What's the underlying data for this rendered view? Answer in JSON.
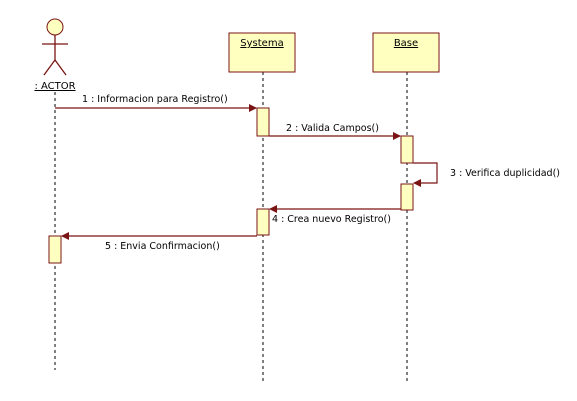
{
  "participants": {
    "actor": {
      "label": ": ACTOR",
      "icon": "stick-figure-icon"
    },
    "systema": {
      "label": "Systema"
    },
    "base": {
      "label": "Base"
    }
  },
  "messages": [
    {
      "label": "1 : Informacion para Registro()",
      "from": "actor",
      "to": "systema"
    },
    {
      "label": "2 : Valida Campos()",
      "from": "systema",
      "to": "base"
    },
    {
      "label": "3 : Verifica duplicidad()",
      "from": "base",
      "to": "base"
    },
    {
      "label": "4 : Crea nuevo Registro()",
      "from": "base",
      "to": "systema"
    },
    {
      "label": "5 : Envia Confirmacion()",
      "from": "systema",
      "to": "actor"
    }
  ],
  "colors": {
    "box_fill": "#ffffc0",
    "line": "#7a1414",
    "text": "#000000"
  }
}
